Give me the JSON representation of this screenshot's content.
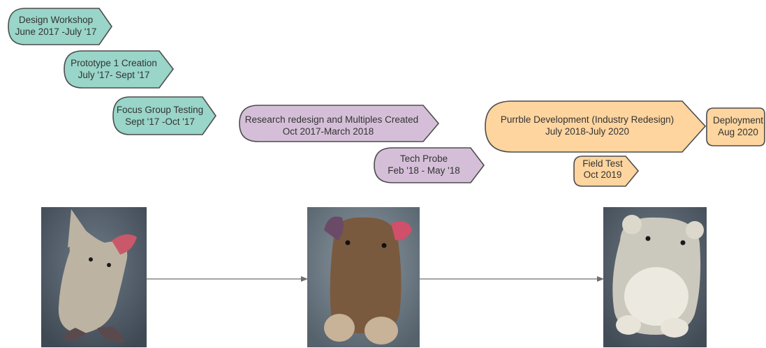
{
  "colors": {
    "teal": "#99d5c9",
    "purple": "#d5bfd8",
    "orange": "#fed59f",
    "stroke": "#4d4d4d",
    "arrow": "#6e6e6e"
  },
  "phases": [
    {
      "title": "Design Workshop",
      "dates": "June 2017 -July '17",
      "color": "teal"
    },
    {
      "title": "Prototype 1 Creation",
      "dates": "July '17- Sept '17",
      "color": "teal"
    },
    {
      "title": "Focus Group Testing",
      "dates": "Sept '17 -Oct '17",
      "color": "teal"
    },
    {
      "title": "Research redesign and Multiples Created",
      "dates": "Oct 2017-March 2018",
      "color": "purple"
    },
    {
      "title": "Tech Probe",
      "dates": "Feb '18 - May '18",
      "color": "purple"
    },
    {
      "title": "Purrble Development (Industry Redesign)",
      "dates": "July 2018-July 2020",
      "color": "orange"
    },
    {
      "title": "Field Test",
      "dates": "Oct 2019",
      "color": "orange"
    },
    {
      "title": "Deployment",
      "dates": "Aug 2020",
      "color": "orange"
    }
  ],
  "photos": [
    {
      "subject": "plush-prototype-1",
      "fur": "#bdb3a2",
      "ear": "#c9586a"
    },
    {
      "subject": "plush-research-redesign",
      "fur": "#7a5a3e",
      "ear": "#d04f6a"
    },
    {
      "subject": "plush-purrble",
      "fur": "#cbc8bd",
      "ear": "#d9d5c9"
    }
  ]
}
